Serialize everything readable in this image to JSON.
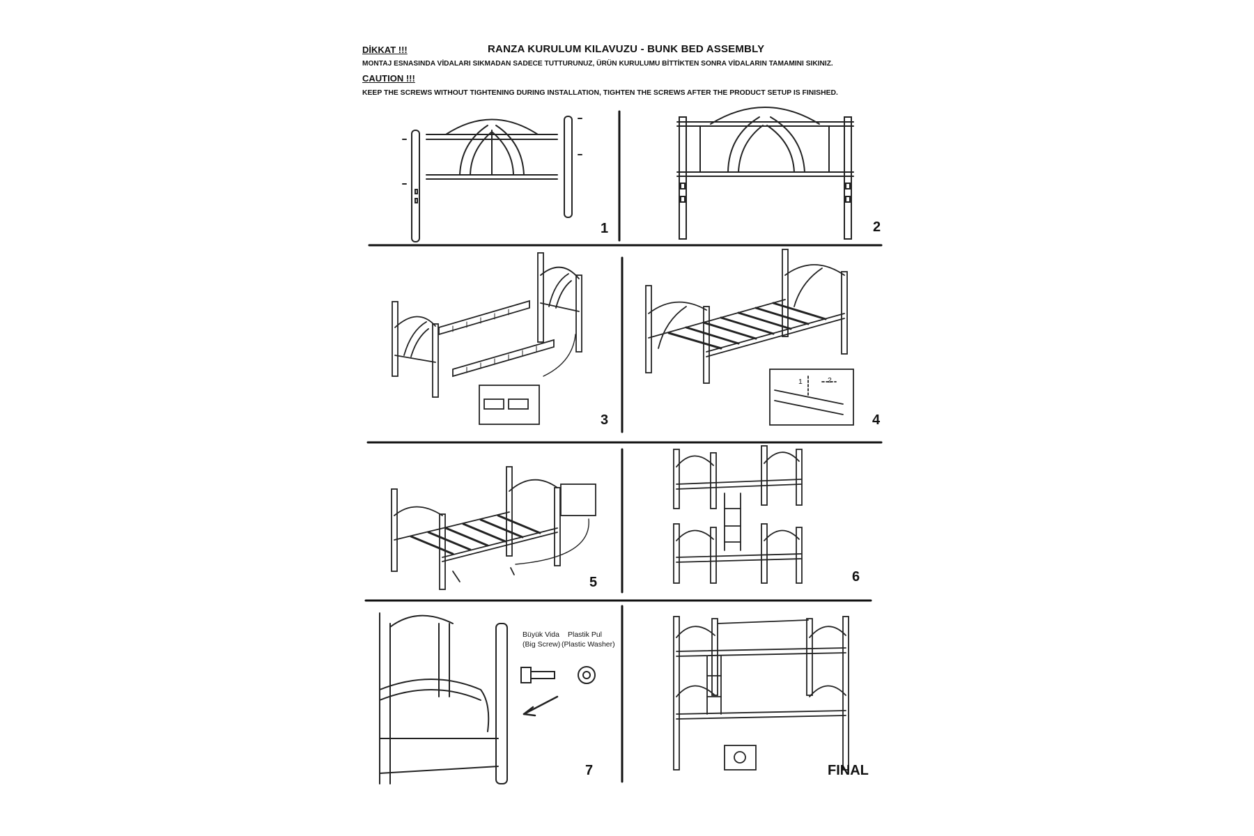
{
  "header": {
    "dikkat": "DİKKAT !!!",
    "title": "RANZA KURULUM KILAVUZU - BUNK BED ASSEMBLY",
    "note_tr": "MONTAJ ESNASINDA VİDALARI SIKMADAN SADECE TUTTURUNUZ, ÜRÜN KURULUMU BİTTİKTEN SONRA VİDALARIN TAMAMINI SIKINIZ.",
    "caution": "CAUTION !!!",
    "note_en": "KEEP THE SCREWS WITHOUT TIGHTENING DURING INSTALLATION, TIGHTEN THE SCREWS AFTER THE PRODUCT SETUP IS FINISHED."
  },
  "steps": [
    {
      "label": "1"
    },
    {
      "label": "2"
    },
    {
      "label": "3"
    },
    {
      "label": "4"
    },
    {
      "label": "5"
    },
    {
      "label": "6"
    },
    {
      "label": "7"
    },
    {
      "label": "FINAL"
    }
  ],
  "step4_arrows": {
    "a": "1",
    "b": "2"
  },
  "step7_parts": {
    "screw_tr": "Büyük Vida",
    "screw_en": "(Big Screw)",
    "washer_tr": "Plastik Pul",
    "washer_en": "(Plastic Washer)"
  }
}
